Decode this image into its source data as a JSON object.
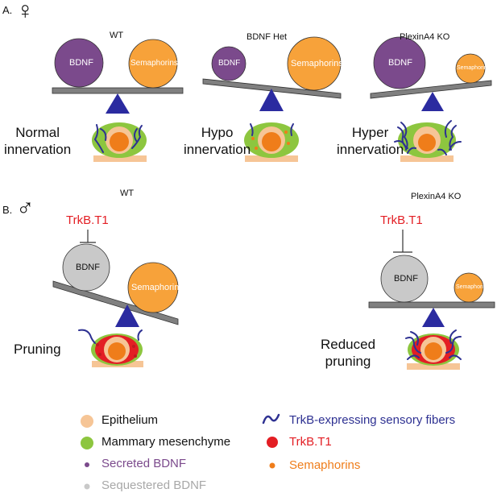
{
  "panel_a": {
    "letter": "A.",
    "sex_symbol": "♀",
    "conditions": [
      {
        "title": "WT",
        "bdnf_label": "BDNF",
        "sema_label": "Semaphorins",
        "outcome_line1": "Normal",
        "outcome_line2": "innervation"
      },
      {
        "title": "BDNF Het",
        "bdnf_label": "BDNF",
        "sema_label": "Semaphorins",
        "outcome_line1": "Hypo",
        "outcome_line2": "innervation"
      },
      {
        "title": "PlexinA4 KO",
        "bdnf_label": "BDNF",
        "sema_label": "Semaphorins",
        "outcome_line1": "Hyper",
        "outcome_line2": "innervation"
      }
    ]
  },
  "panel_b": {
    "letter": "B.",
    "sex_symbol": "♂",
    "conditions": [
      {
        "title": "WT",
        "inhibitor_label": "TrkB.T1",
        "bdnf_label": "BDNF",
        "sema_label": "Semaphorins",
        "outcome_line1": "Pruning",
        "outcome_line2": ""
      },
      {
        "title": "PlexinA4 KO",
        "inhibitor_label": "TrkB.T1",
        "bdnf_label": "BDNF",
        "sema_label": "Semaphorins",
        "outcome_line1": "Reduced",
        "outcome_line2": "pruning"
      }
    ]
  },
  "legend": {
    "epithelium": "Epithelium",
    "mesenchyme": "Mammary mesenchyme",
    "secreted_bdnf": "Secreted BDNF",
    "sequestered_bdnf": "Sequestered BDNF",
    "fibers": "TrkB-expressing sensory fibers",
    "trkb_t1": "TrkB.T1",
    "semaphorins": "Semaphorins"
  },
  "colors": {
    "bdnf_purple": "#7b4a8c",
    "sema_orange": "#f7a23a",
    "sequestered_gray": "#c9c9c9",
    "epithelium_peach": "#f6c596",
    "mesenchyme_green": "#8dc63f",
    "fiber_blue": "#2e3192",
    "trkb_red": "#e31e24",
    "core_orange": "#ef7d1a",
    "fulcrum_blue": "#2b2ba0",
    "beam_gray": "#808080"
  }
}
